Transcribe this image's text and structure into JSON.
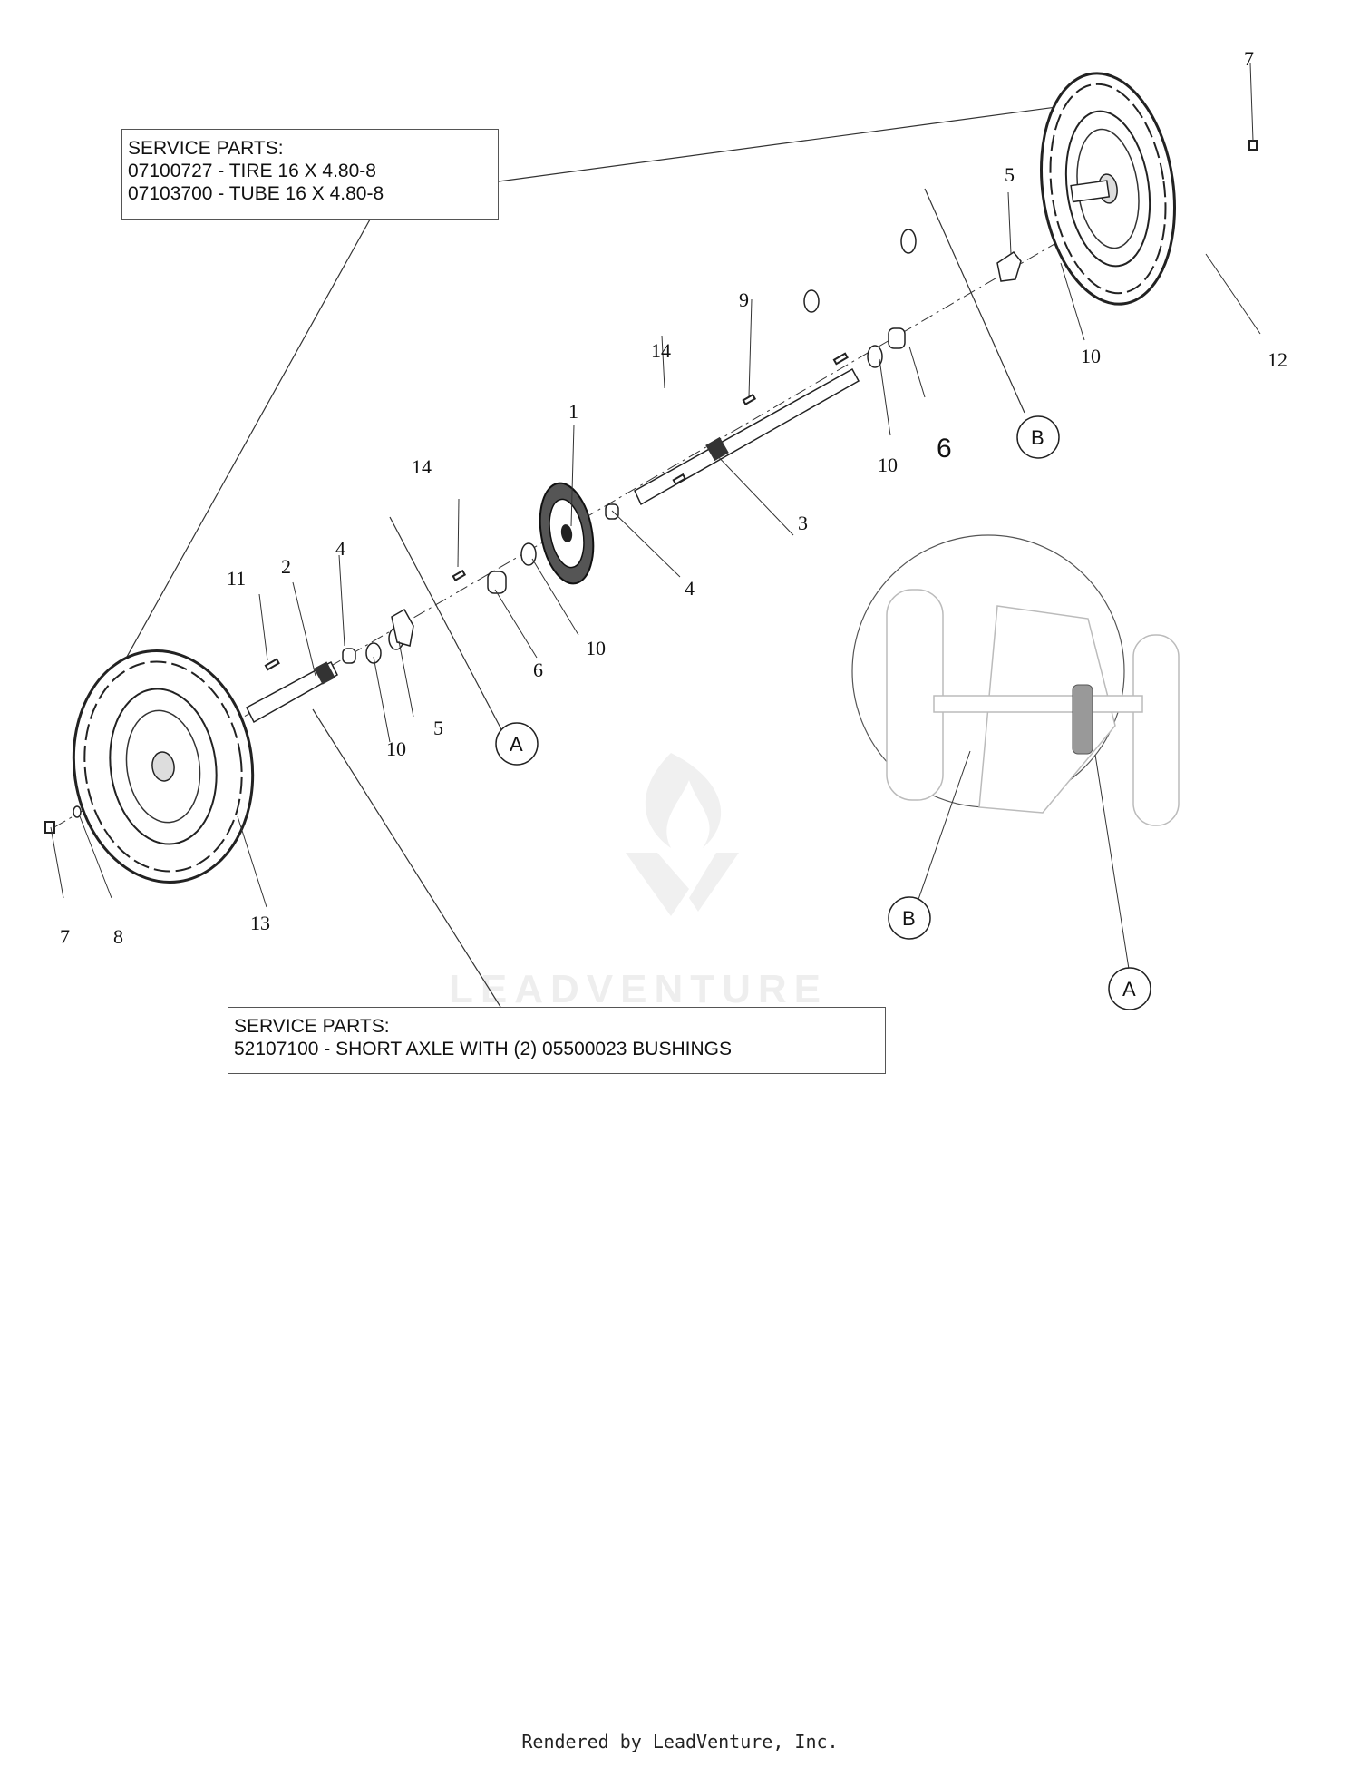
{
  "service_box_tire": {
    "heading": "SERVICE PARTS:",
    "line1": "07100727 - TIRE 16 X 4.80-8",
    "line2": "07103700 - TUBE 16 X 4.80-8"
  },
  "service_box_axle": {
    "heading": "SERVICE PARTS:",
    "line1": "52107100 - SHORT AXLE WITH (2) 05500023 BUSHINGS"
  },
  "callouts": {
    "c1": "1",
    "c2": "2",
    "c3": "3",
    "c4a": "4",
    "c4b": "4",
    "c5a": "5",
    "c5b": "5",
    "c6a": "6",
    "c6b": "6",
    "c7a": "7",
    "c7b": "7",
    "c8": "8",
    "c9": "9",
    "c10a": "10",
    "c10b": "10",
    "c10c": "10",
    "c10d": "10",
    "c11": "11",
    "c12": "12",
    "c13": "13",
    "c14a": "14",
    "c14b": "14"
  },
  "refs": {
    "a_main": "A",
    "b_main": "B",
    "a_inset": "A",
    "b_inset": "B"
  },
  "watermark": "LEADVENTURE",
  "footer": "Rendered by LeadVenture, Inc."
}
